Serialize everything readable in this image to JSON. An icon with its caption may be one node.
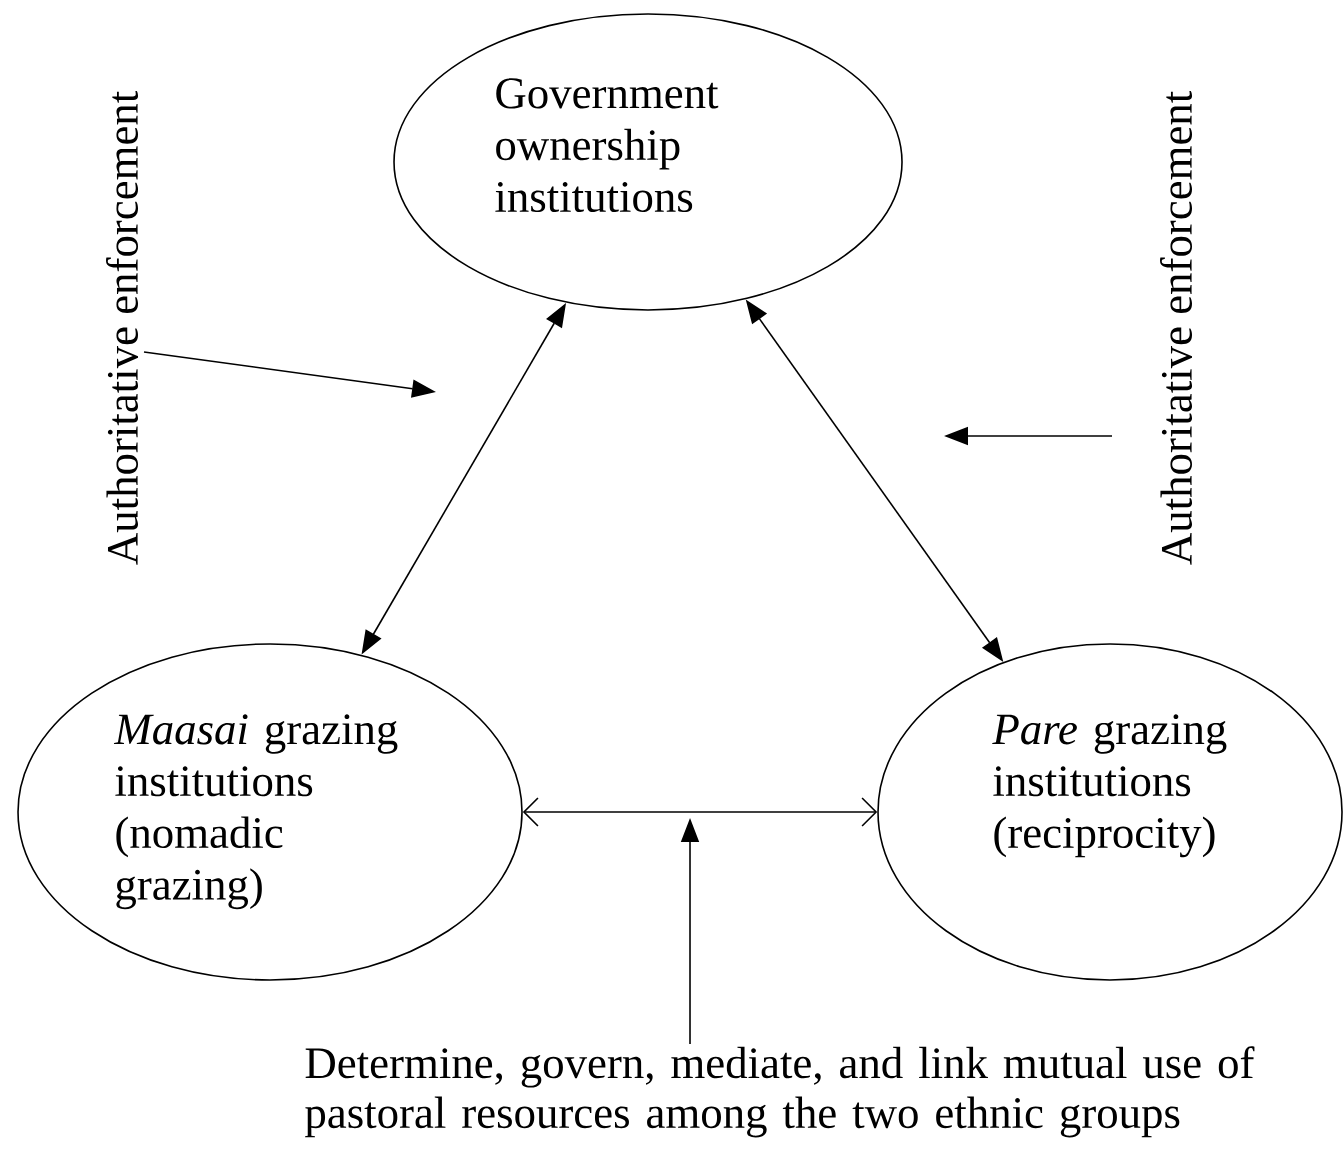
{
  "diagram": {
    "nodes": [
      {
        "text": [
          "Government ownership institutions"
        ]
      },
      {
        "text": [
          "Authoritative enforcement"
        ]
      },
      {
        "text": [
          "Authoritative enforcement"
        ]
      },
      {
        "text": [
          "*Maasai* grazing institutions (nomadic grazing)"
        ]
      },
      {
        "text": [
          "*Pare* grazing institutions (reciprocity)"
        ]
      },
      {
        "text": [
          "Determine, govern, mediate, and link mutual use of pastoral resources among the two ethnic groups"
        ]
      }
    ],
    "edges": [
      {
        "from": 3,
        "to": 0,
        "arrow": "both"
      },
      {
        "from": 4,
        "to": 0,
        "arrow": "both"
      },
      {
        "from": 3,
        "to": 4,
        "arrow": "both"
      },
      {
        "from": 1,
        "to": null,
        "arrow": "to"
      },
      {
        "from": 2,
        "to": null,
        "arrow": "to"
      },
      {
        "from": 5,
        "to": null,
        "arrow": "to"
      }
    ]
  }
}
